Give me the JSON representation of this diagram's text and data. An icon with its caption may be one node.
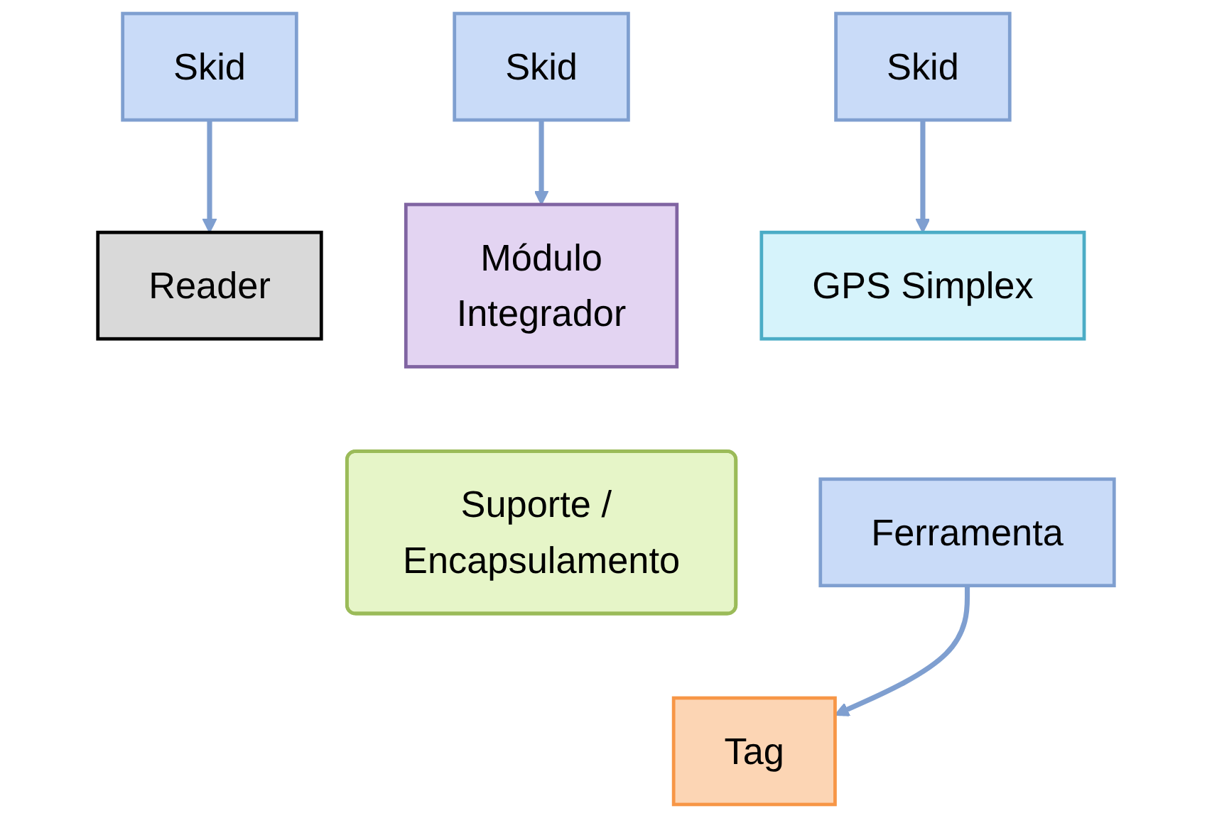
{
  "diagram": {
    "nodes": [
      {
        "text": [
          "Skid"
        ]
      },
      {
        "text": [
          "Skid"
        ]
      },
      {
        "text": [
          "Skid"
        ]
      },
      {
        "text": [
          "Reader"
        ]
      },
      {
        "text": [
          "Módulo",
          "Integrador"
        ]
      },
      {
        "text": [
          "GPS Simplex"
        ]
      },
      {
        "text": [
          "Suporte / Encapsulamento"
        ]
      },
      {
        "text": [
          "Tag"
        ]
      },
      {
        "text": [
          "Ferramenta"
        ]
      }
    ],
    "edges": [
      {
        "from": 0,
        "to": 3,
        "arrow": "to"
      },
      {
        "from": 1,
        "to": 4,
        "arrow": "to"
      },
      {
        "from": 2,
        "to": 5,
        "arrow": "to"
      },
      {
        "from": 8,
        "to": 7,
        "arrow": "to"
      }
    ]
  }
}
